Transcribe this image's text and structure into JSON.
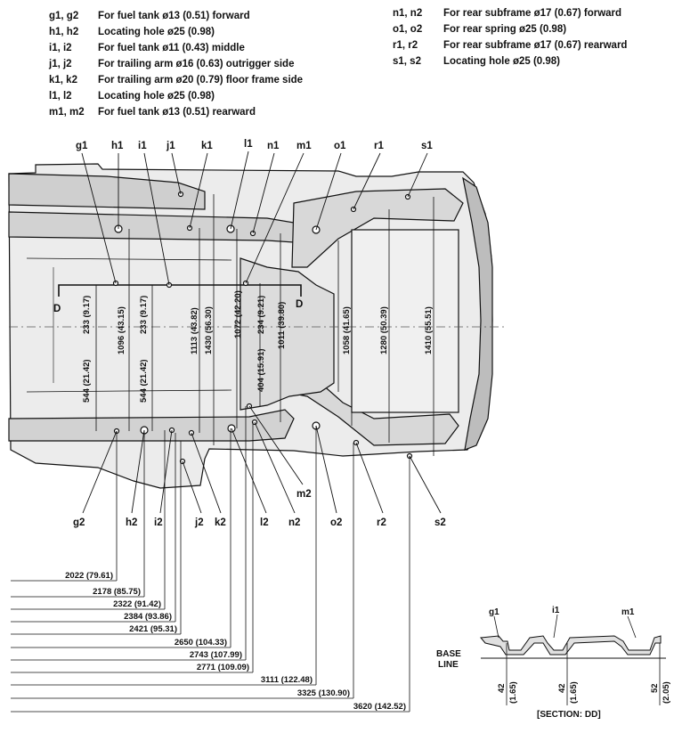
{
  "legend_left": [
    {
      "code": "g1, g2",
      "desc": "For fuel tank ø13 (0.51) forward"
    },
    {
      "code": "h1, h2",
      "desc": "Locating hole ø25 (0.98)"
    },
    {
      "code": "i1, i2",
      "desc": "For fuel tank ø11 (0.43) middle"
    },
    {
      "code": "j1, j2",
      "desc": "For trailing arm ø16 (0.63) outrigger side"
    },
    {
      "code": "k1, k2",
      "desc": "For trailing arm ø20 (0.79) floor frame side"
    },
    {
      "code": "l1, l2",
      "desc": "Locating hole ø25 (0.98)"
    },
    {
      "code": "m1, m2",
      "desc": "For fuel tank ø13 (0.51) rearward"
    }
  ],
  "legend_right": [
    {
      "code": "n1, n2",
      "desc": "For rear subframe ø17 (0.67) forward"
    },
    {
      "code": "o1, o2",
      "desc": "For rear spring ø25 (0.98)"
    },
    {
      "code": "r1, r2",
      "desc": "For rear subframe ø17 (0.67) rearward"
    },
    {
      "code": "s1, s2",
      "desc": "Locating hole ø25 (0.98)"
    }
  ],
  "top_labels": [
    "g1",
    "h1",
    "i1",
    "j1",
    "k1",
    "l1",
    "n1",
    "m1",
    "o1",
    "r1",
    "s1"
  ],
  "bottom_labels": [
    "g2",
    "h2",
    "i2",
    "j2",
    "k2",
    "l2",
    "m2",
    "n2",
    "o2",
    "r2",
    "s2"
  ],
  "section_marker": "D",
  "vertical_dims": [
    "233 (9.17)",
    "544 (21.42)",
    "1096 (43.15)",
    "233 (9.17)",
    "544 (21.42)",
    "1113 (43.82)",
    "1430 (56.30)",
    "1072 (42.20)",
    "234 (9.21)",
    "404 (15.91)",
    "1011 (39.80)",
    "1058 (41.65)",
    "1280 (50.39)",
    "1410 (55.51)"
  ],
  "horizontal_dims": [
    "2022 (79.61)",
    "2178 (85.75)",
    "2322 (91.42)",
    "2384 (93.86)",
    "2421 (95.31)",
    "2650 (104.33)",
    "2743 (107.99)",
    "2771 (109.09)",
    "3111 (122.48)",
    "3325 (130.90)",
    "3620 (142.52)"
  ],
  "section": {
    "title": "[SECTION: DD]",
    "base_line": [
      "BASE",
      "LINE"
    ],
    "labels": [
      "g1",
      "i1",
      "m1"
    ],
    "dims": [
      {
        "mm": "42",
        "in": "(1.65)"
      },
      {
        "mm": "42",
        "in": "(1.65)"
      },
      {
        "mm": "52",
        "in": "(2.05)"
      }
    ]
  },
  "colors": {
    "ink": "#111111",
    "body_fill": "#e6e6e6",
    "body_dark": "#c8c8c8"
  }
}
